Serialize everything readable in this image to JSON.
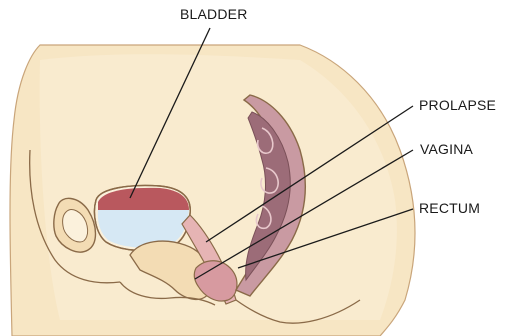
{
  "labels": {
    "bladder": "BLADDER",
    "prolapse": "PROLAPSE",
    "vagina": "VAGINA",
    "rectum": "RECTUM"
  },
  "colors": {
    "skin": "#f7e6c4",
    "skin_light": "#fbf1dc",
    "outline": "#8a6a48",
    "bladder_top": "#b9585e",
    "bladder_fluid": "#d6e8f4",
    "rectum": "#b98a92",
    "rectum_dark": "#9c6c78",
    "prolapse": "#d79aa0",
    "leader": "#1a1a1a"
  }
}
